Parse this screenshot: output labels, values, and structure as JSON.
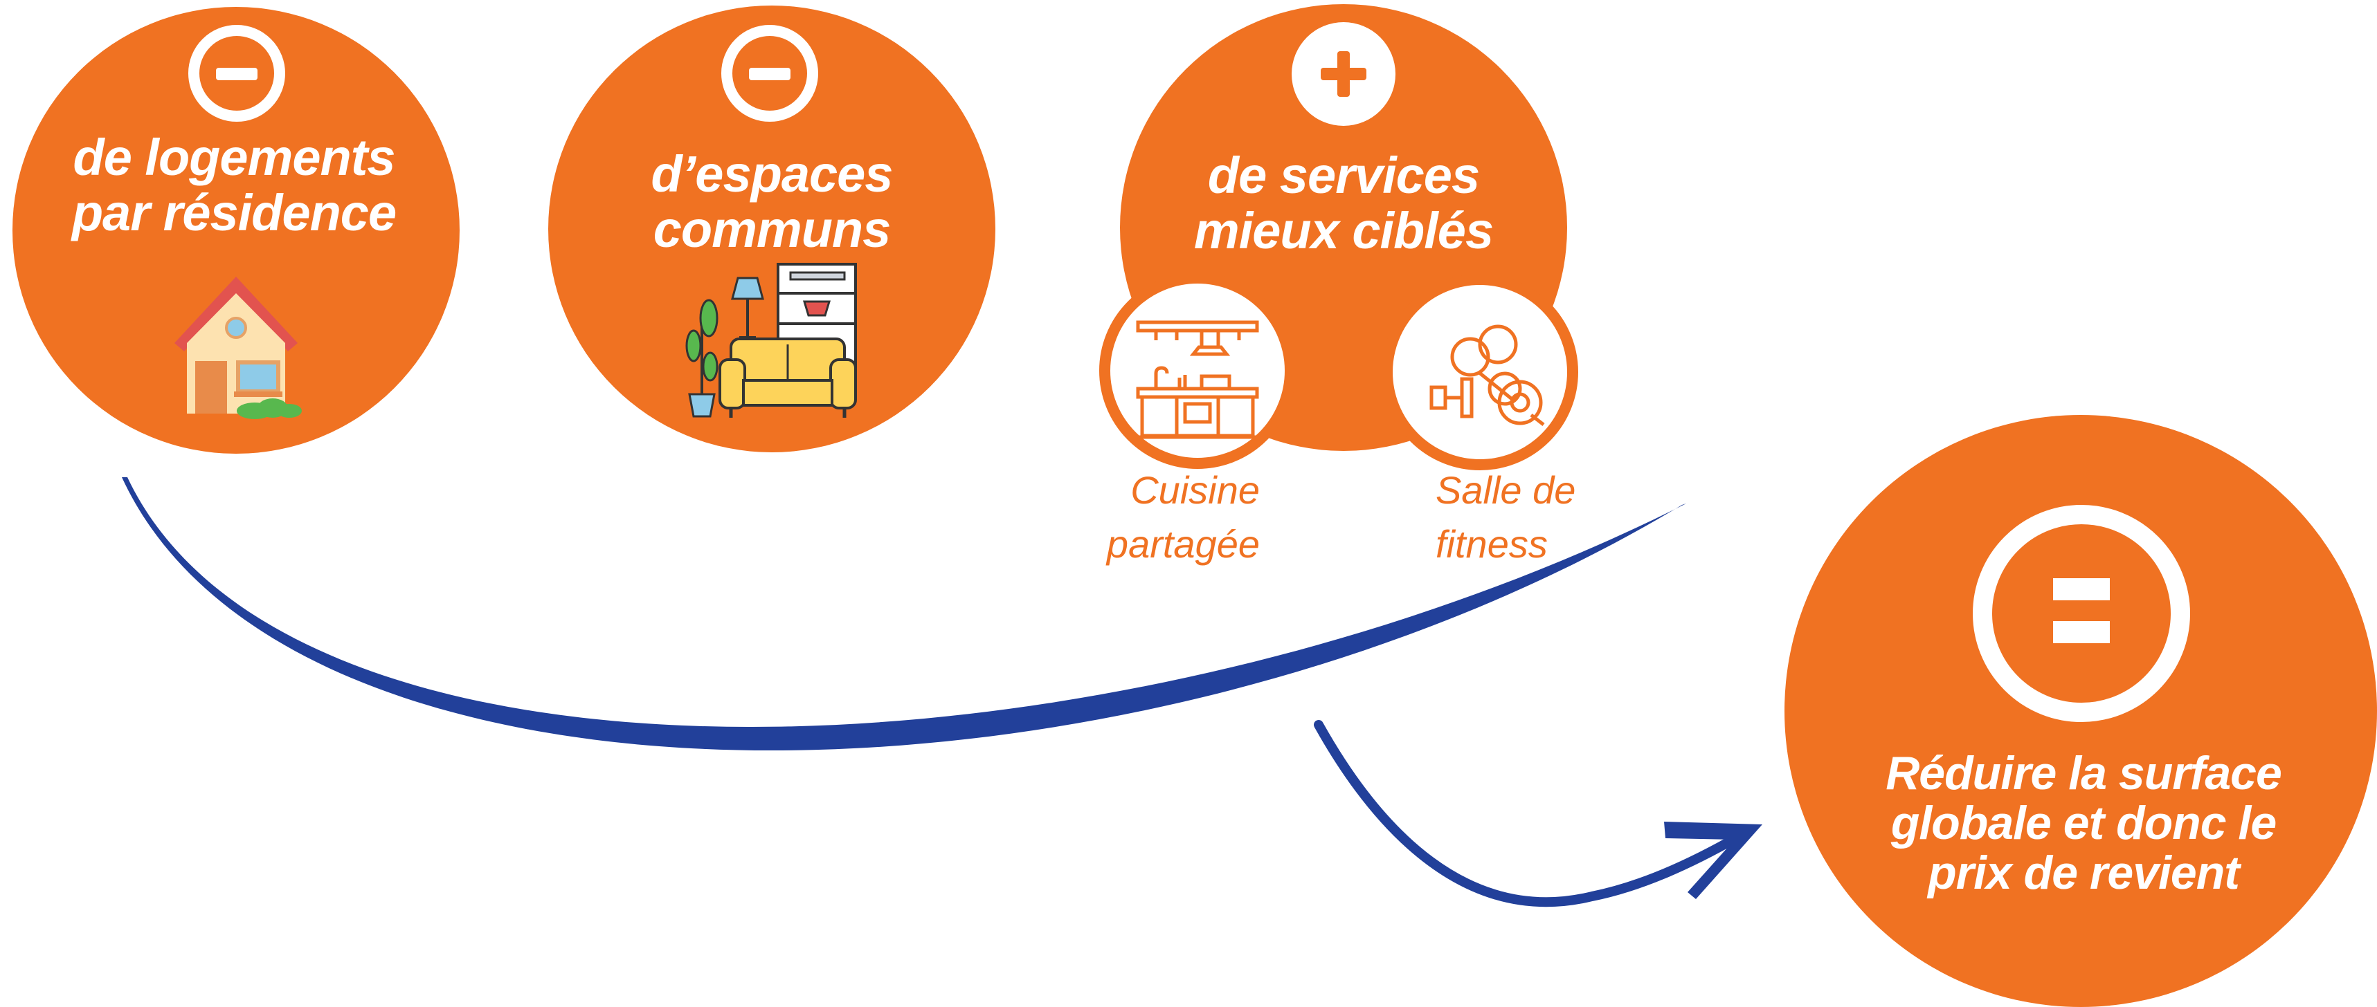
{
  "colors": {
    "orange": "#f07222",
    "blue": "#22409a",
    "white": "#ffffff"
  },
  "bubbles": [
    {
      "symbol": "minus",
      "icon": "house-icon",
      "line1": "de logements",
      "line2": "par résidence"
    },
    {
      "symbol": "minus",
      "icon": "sofa-lamp-shelf-icon",
      "line1": "d’espaces",
      "line2": "communs"
    },
    {
      "symbol": "plus",
      "icon": "services-icon",
      "line1": "de services",
      "line2": "mieux ciblés"
    }
  ],
  "services": [
    {
      "icon": "kitchen-icon",
      "line1": "Cuisine",
      "line2": "partagée"
    },
    {
      "icon": "dumbbell-icon",
      "line1": "Salle de",
      "line2": "fitness"
    }
  ],
  "result": {
    "symbol": "equals",
    "line1": "Réduire la surface",
    "line2": "globale et donc le",
    "line3": "prix de revient"
  }
}
